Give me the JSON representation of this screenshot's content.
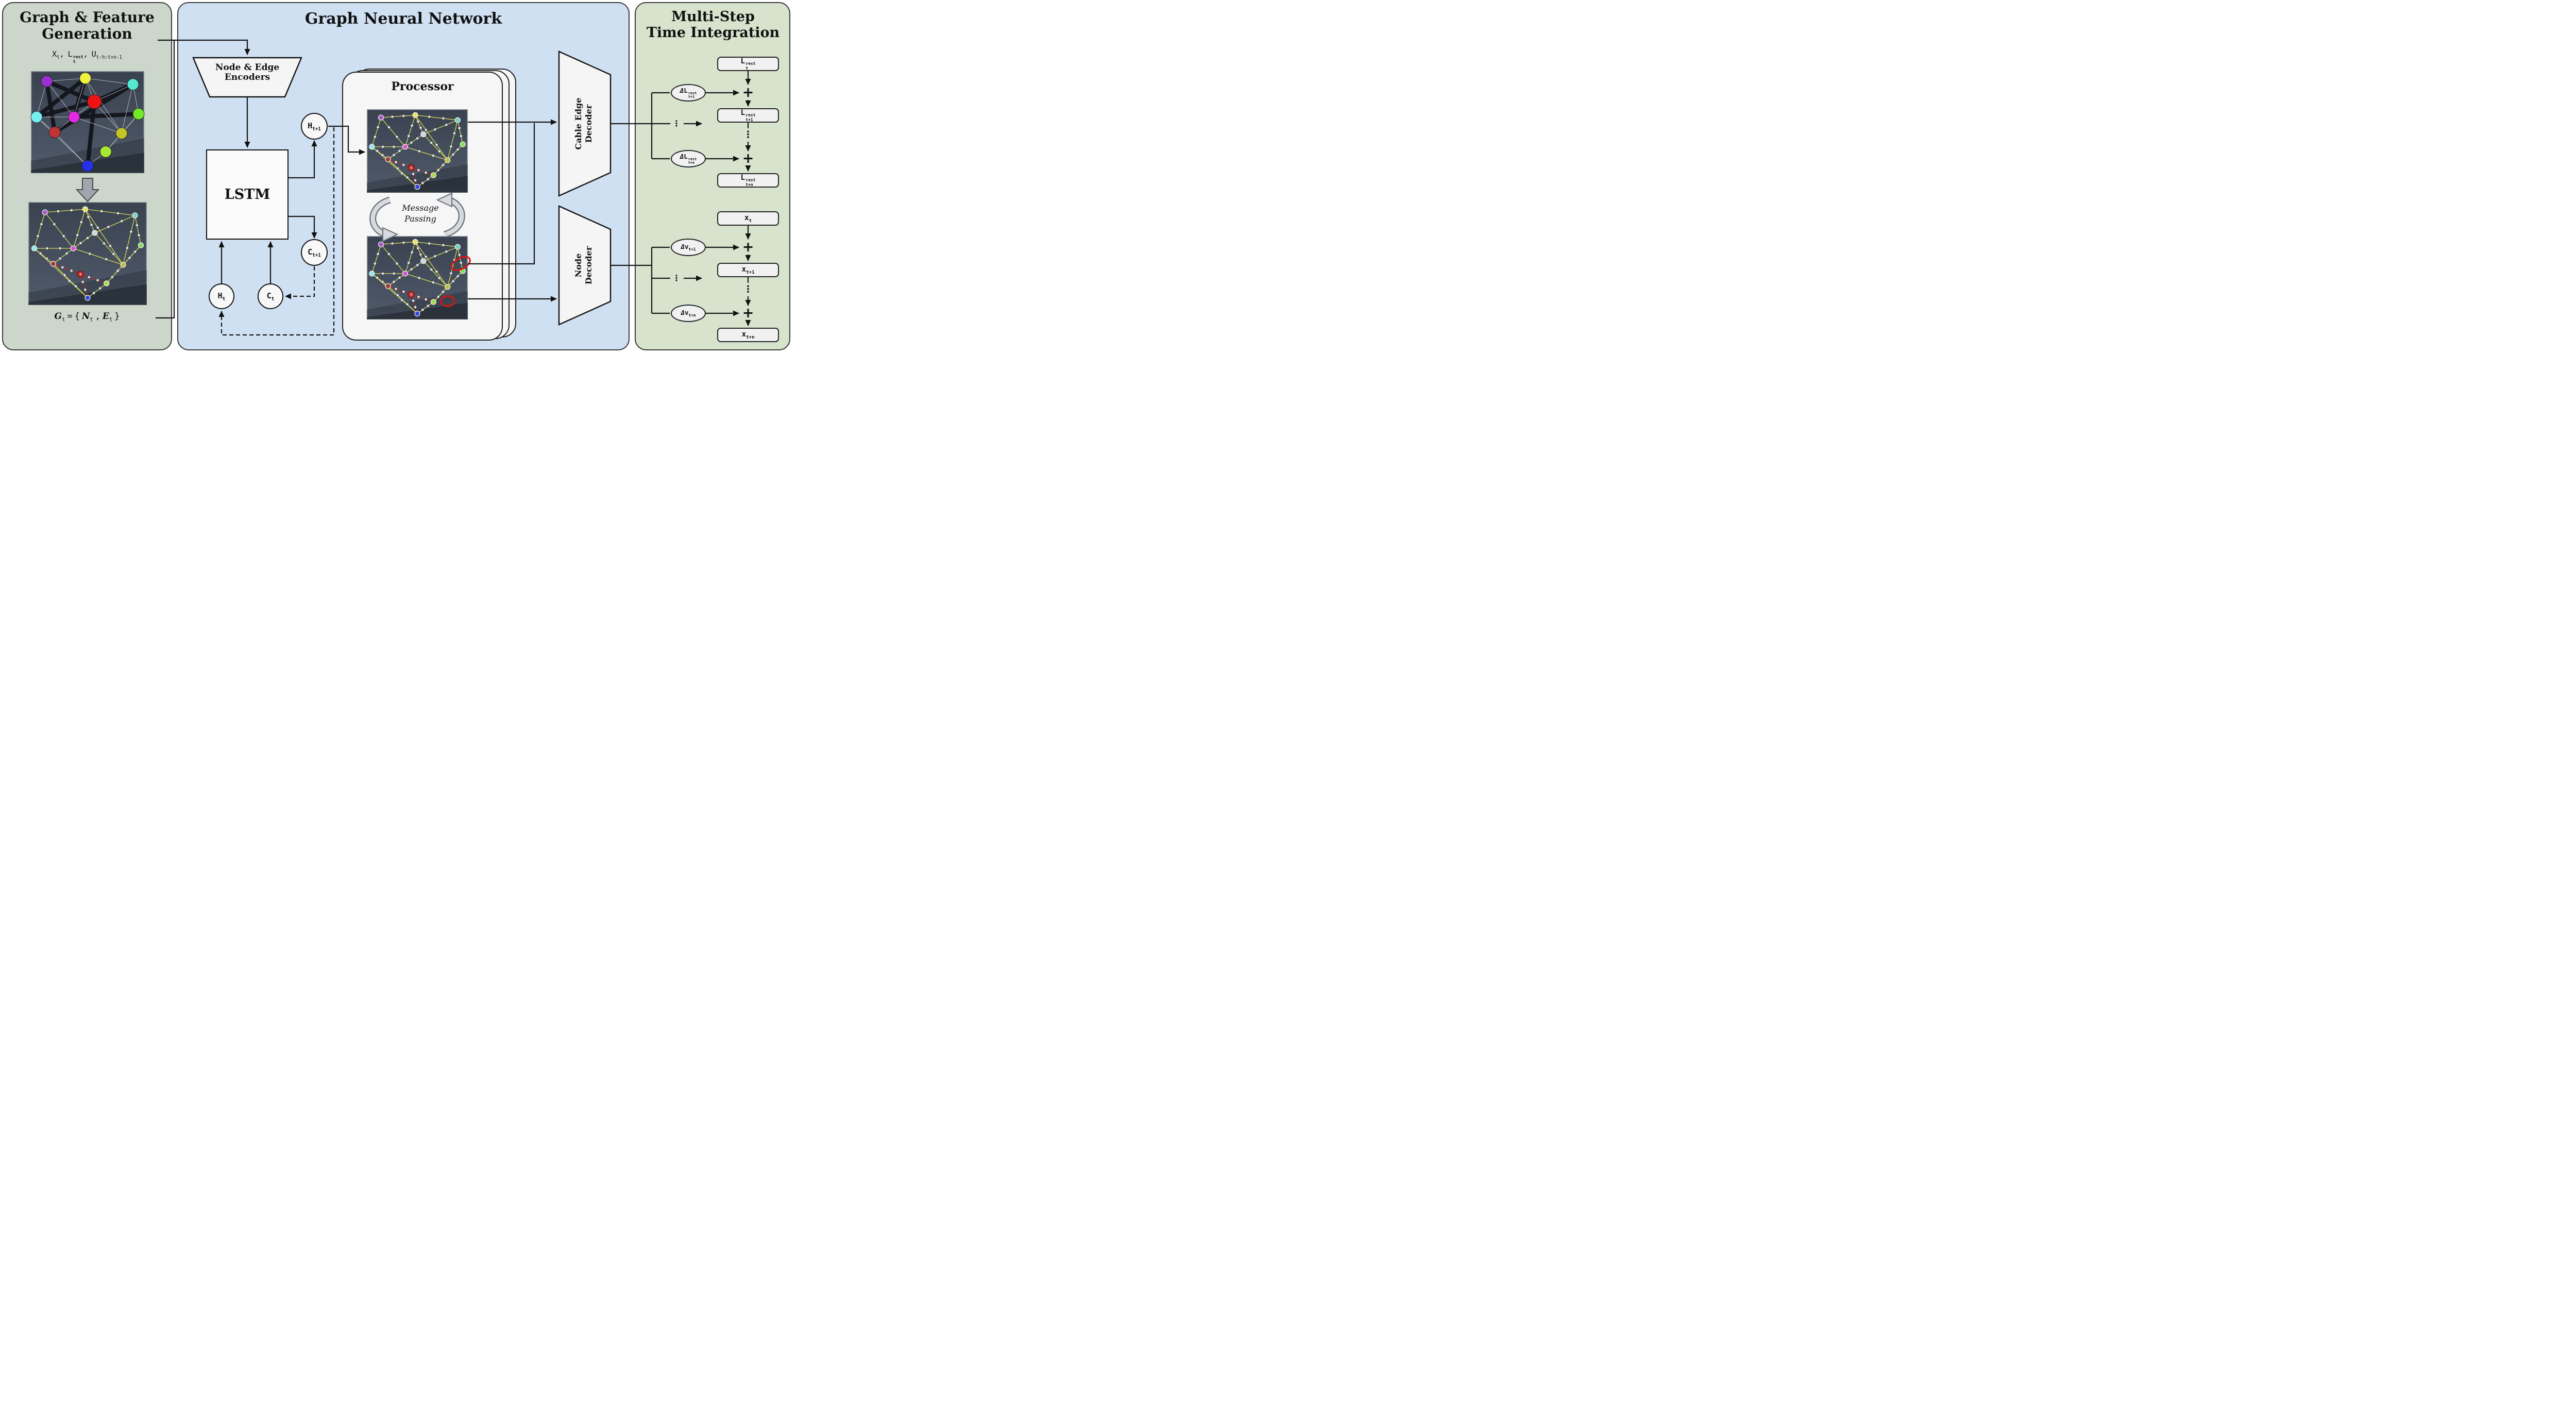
{
  "panels": {
    "left": {
      "title1": "Graph & Feature",
      "title2": "Generation",
      "features": {
        "x": "X",
        "x_sub": "t",
        "sep1": ",",
        "l": "L",
        "l_sup": "rest",
        "l_sub": "t",
        "sep2": ",",
        "u": "U",
        "u_sub": "t-h:t+n-1"
      },
      "graph_def": {
        "g": "G",
        "g_sub": "t",
        "eq": "=",
        "open": "{",
        "n": "N",
        "n_sub": "t",
        "sep": ",",
        "e": "E",
        "e_sub": "t",
        "close": "}"
      }
    },
    "middle": {
      "title": "Graph Neural Network",
      "encoder1": "Node & Edge",
      "encoder2": "Encoders",
      "lstm": "LSTM",
      "h_next": {
        "base": "H",
        "sub": "t+1"
      },
      "c_next": {
        "base": "C",
        "sub": "t+1"
      },
      "h_cur": {
        "base": "H",
        "sub": "t"
      },
      "c_cur": {
        "base": "C",
        "sub": "t"
      },
      "processor": "Processor",
      "message1": "Message",
      "message2": "Passing",
      "cable_dec1": "Cable Edge",
      "cable_dec2": "Decoder",
      "node_dec1": "Node",
      "node_dec2": "Decoder"
    },
    "right": {
      "title1": "Multi-Step",
      "title2": "Time Integration",
      "plus": "+",
      "vdots": "⋮",
      "rest": {
        "s0": {
          "base": "L",
          "sup": "rest",
          "sub": "t"
        },
        "d1": {
          "delta": "Δ",
          "base": "L",
          "sup": "rest",
          "sub": "t+1"
        },
        "s1": {
          "base": "L",
          "sup": "rest",
          "sub": "t+1"
        },
        "dn": {
          "delta": "Δ",
          "base": "L",
          "sup": "rest",
          "sub": "t+n"
        },
        "sn": {
          "base": "L",
          "sup": "rest",
          "sub": "t+n"
        }
      },
      "pos": {
        "s0": {
          "base": "x",
          "sub": "t"
        },
        "d1": {
          "delta": "Δ",
          "base": "v",
          "sub": "t+1"
        },
        "s1": {
          "base": "x",
          "sub": "t+1"
        },
        "dn": {
          "delta": "Δ",
          "base": "v",
          "sub": "t+n"
        },
        "sn": {
          "base": "x",
          "sub": "t+n"
        }
      }
    }
  },
  "scenes": {
    "g_node_label": "G"
  },
  "colors": {
    "left_bg": "#ccd6cb",
    "middle_bg": "#cfe0f2",
    "right_bg": "#d7e3cd",
    "shape_fill": "#f2f2f2",
    "stroke": "#161616",
    "edge_yellow": "#d8da52",
    "red_highlight": "#e01212"
  }
}
